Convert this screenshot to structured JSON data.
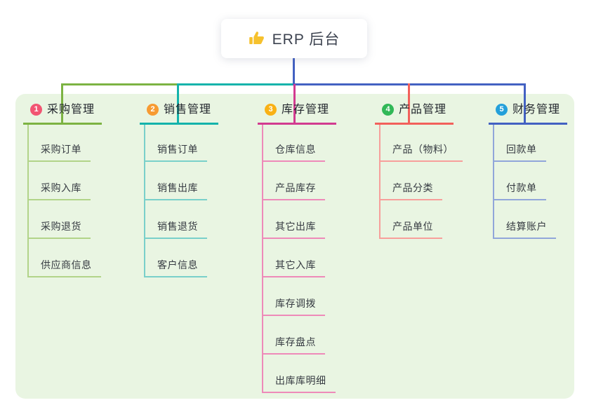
{
  "root": {
    "label": "ERP 后台",
    "icon": "thumbs-up",
    "icon_color": "#f6c12d"
  },
  "canvas": {
    "panel_bg": "#e9f5e2",
    "page_bg": "#ffffff",
    "root_connector_color": "#4361c2"
  },
  "branches": [
    {
      "number": "1",
      "label": "采购管理",
      "badge_color": "#f25572",
      "line_color": "#7cb342",
      "child_line_color": "#b2d489",
      "children": [
        "采购订单",
        "采购入库",
        "采购退货",
        "供应商信息"
      ]
    },
    {
      "number": "2",
      "label": "销售管理",
      "badge_color": "#f79b32",
      "line_color": "#14b3ab",
      "child_line_color": "#79d0ca",
      "children": [
        "销售订单",
        "销售出库",
        "销售退货",
        "客户信息"
      ]
    },
    {
      "number": "3",
      "label": "库存管理",
      "badge_color": "#f9b115",
      "line_color": "#d23b90",
      "child_line_color": "#ee8ab9",
      "children": [
        "仓库信息",
        "产品库存",
        "其它出库",
        "其它入库",
        "库存调拨",
        "库存盘点",
        "出库库明细"
      ]
    },
    {
      "number": "4",
      "label": "产品管理",
      "badge_color": "#31b857",
      "line_color": "#f2605b",
      "child_line_color": "#f79f9b",
      "children": [
        "产品（物料）",
        "产品分类",
        "产品单位"
      ]
    },
    {
      "number": "5",
      "label": "财务管理",
      "badge_color": "#24a0da",
      "line_color": "#4361c2",
      "child_line_color": "#91a6da",
      "children": [
        "回款单",
        "付款单",
        "结算账户"
      ]
    }
  ]
}
